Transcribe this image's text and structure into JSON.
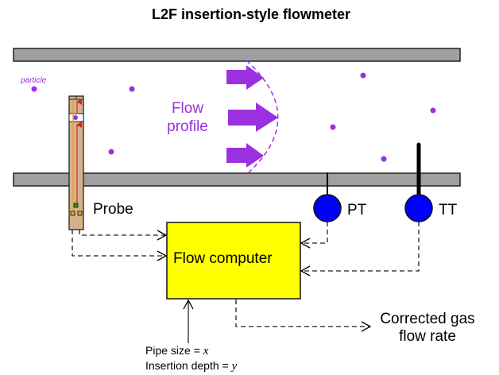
{
  "title": "L2F insertion-style flowmeter",
  "labels": {
    "particle": "particle",
    "flow_profile_line1": "Flow",
    "flow_profile_line2": "profile",
    "probe": "Probe",
    "pt": "PT",
    "tt": "TT",
    "flow_computer": "Flow computer",
    "output_line1": "Corrected gas",
    "output_line2": "flow rate",
    "input_line1_prefix": "Pipe size = ",
    "input_line1_var": "x",
    "input_line2_prefix": "Insertion depth = ",
    "input_line2_var": "y"
  },
  "colors": {
    "pipe": "#a0a0a0",
    "particle": "#9b30e0",
    "probe": "#d2b48c",
    "transmitter": "#0000ff",
    "computer": "#ffff00",
    "laser_red": "#e02020",
    "laser_orange": "#f0a020",
    "sensor_green": "#20a020"
  }
}
